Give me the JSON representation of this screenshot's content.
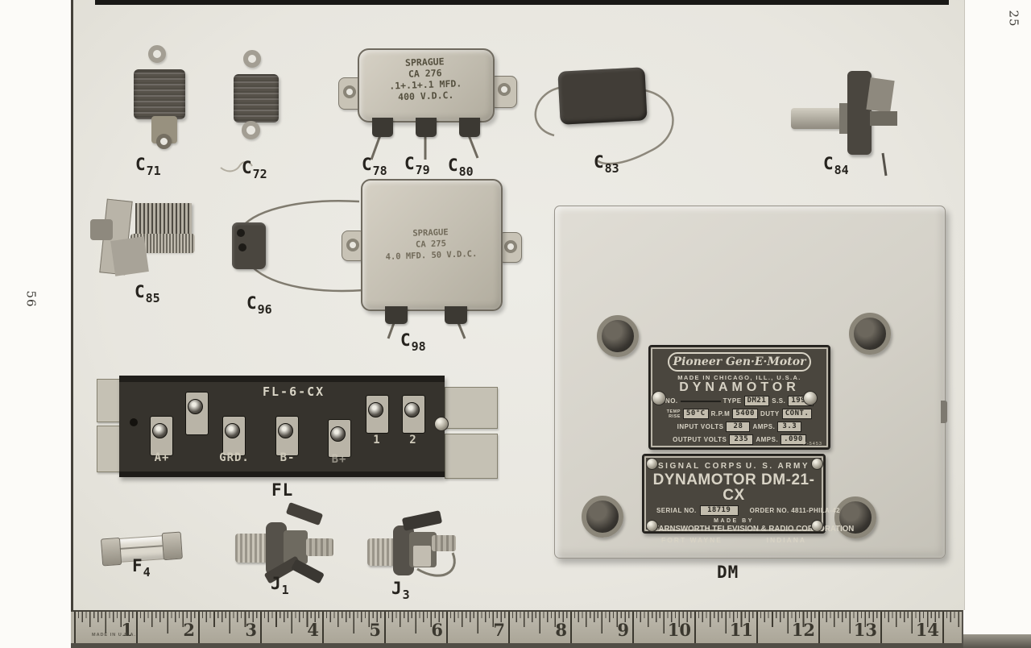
{
  "page": {
    "left_page_number": "56",
    "right_page_number": "25"
  },
  "colors": {
    "photo_background": "#e9e6e0",
    "nameplate": "#4a463e",
    "nameplate_text": "#d8d3c5"
  },
  "labels": {
    "c71": {
      "main": "C",
      "sub": "71"
    },
    "c72": {
      "main": "C",
      "sub": "72"
    },
    "c78": {
      "main": "C",
      "sub": "78"
    },
    "c79": {
      "main": "C",
      "sub": "79"
    },
    "c80": {
      "main": "C",
      "sub": "80"
    },
    "c83": {
      "main": "C",
      "sub": "83"
    },
    "c84": {
      "main": "C",
      "sub": "84"
    },
    "c85": {
      "main": "C",
      "sub": "85"
    },
    "c96": {
      "main": "C",
      "sub": "96"
    },
    "c98": {
      "main": "C",
      "sub": "98"
    },
    "fl": {
      "main": "FL",
      "sub": ""
    },
    "f4": {
      "main": "F",
      "sub": "4"
    },
    "j1": {
      "main": "J",
      "sub": "1"
    },
    "j3": {
      "main": "J",
      "sub": "3"
    },
    "dm": {
      "main": "DM",
      "sub": ""
    }
  },
  "capacitor_c78": {
    "brand": "SPRAGUE",
    "type": "CA 276",
    "value": ".1+.1+.1 MFD.",
    "rating": "400 V.D.C."
  },
  "capacitor_c98": {
    "brand": "SPRAGUE",
    "type": "CA 275",
    "value": "4.0 MFD. 50 V.D.C."
  },
  "filter": {
    "model": "FL-6-CX",
    "terminals": [
      "A+",
      "GRD.",
      "B-",
      "B+",
      "1",
      "2"
    ]
  },
  "plate_top": {
    "brand": "Pioneer Gen·E·Motor",
    "made_in": "MADE IN CHICAGO, ILL., U.S.A.",
    "title": "DYNAMOTOR",
    "no_label": "NO.",
    "type_label": "TYPE",
    "type_value": "DM21",
    "ss_label": "S.S.",
    "ss_value": "1990",
    "temp_label_1": "TEMP",
    "temp_label_2": "RISE",
    "temp_value": "50°C",
    "rpm_label": "R.P.M",
    "rpm_value": "5400",
    "duty_label": "DUTY",
    "duty_value": "CONT.",
    "input_label": "INPUT VOLTS",
    "input_value": "28",
    "input_amps_label": "AMPS.",
    "input_amps_value": "3.3",
    "output_label": "OUTPUT VOLTS",
    "output_value": "235",
    "output_amps_label": "AMPS.",
    "output_amps_value": ".090",
    "part_no": "P-5453"
  },
  "plate_bottom": {
    "org_left": "SIGNAL CORPS",
    "org_right": "U. S. ARMY",
    "title": "DYNAMOTOR DM-21-CX",
    "serial_label": "SERIAL NO.",
    "serial_value": "18719",
    "order_label": "ORDER NO. 4811-PHILA-42",
    "made_by": "MADE BY",
    "maker": "FARNSWORTH TELEVISION & RADIO CORPORATION",
    "city": "FORT WAYNE",
    "state": "INDIANA"
  },
  "ruler": {
    "numbers": [
      "1",
      "2",
      "3",
      "4",
      "5",
      "6",
      "7",
      "8",
      "9",
      "10",
      "11",
      "12",
      "13",
      "14"
    ],
    "brand": "MADE IN U.S.A."
  }
}
